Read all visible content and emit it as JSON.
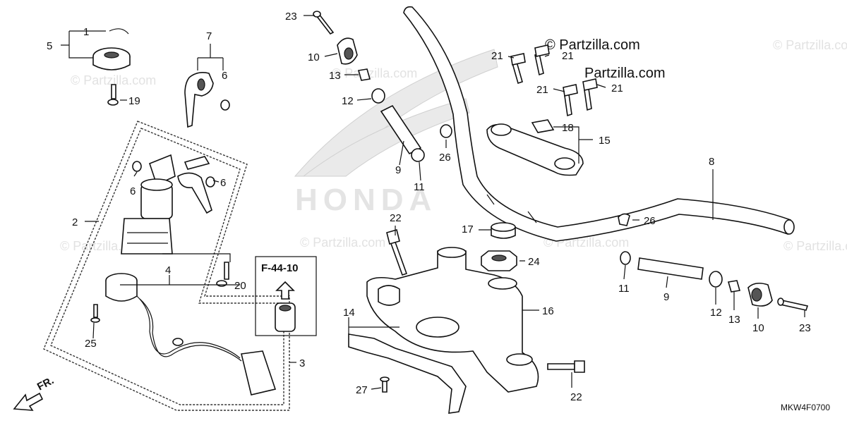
{
  "diagram": {
    "watermark": "© Partzilla.com",
    "faint_watermark": "© Partzilla.com",
    "brand_ghost": "HONDA",
    "reference_code": "F-44-10",
    "front_indicator": "FR.",
    "diagram_code": "MKW4F0700"
  },
  "callouts": [
    {
      "id": "c23a",
      "text": "23"
    },
    {
      "id": "c10a",
      "text": "10"
    },
    {
      "id": "c13a",
      "text": "13"
    },
    {
      "id": "c12a",
      "text": "12"
    },
    {
      "id": "c9a",
      "text": "9"
    },
    {
      "id": "c11a",
      "text": "11"
    },
    {
      "id": "c26a",
      "text": "26"
    },
    {
      "id": "c1",
      "text": "1"
    },
    {
      "id": "c5",
      "text": "5"
    },
    {
      "id": "c19",
      "text": "19"
    },
    {
      "id": "c7",
      "text": "7"
    },
    {
      "id": "c6a",
      "text": "6"
    },
    {
      "id": "c6b",
      "text": "6"
    },
    {
      "id": "c6c",
      "text": "6"
    },
    {
      "id": "c2",
      "text": "2"
    },
    {
      "id": "c4",
      "text": "4"
    },
    {
      "id": "c20",
      "text": "20"
    },
    {
      "id": "c25",
      "text": "25"
    },
    {
      "id": "c3",
      "text": "3"
    },
    {
      "id": "c21a",
      "text": "21"
    },
    {
      "id": "c21b",
      "text": "21"
    },
    {
      "id": "c21c",
      "text": "21"
    },
    {
      "id": "c21d",
      "text": "21"
    },
    {
      "id": "c18",
      "text": "18"
    },
    {
      "id": "c15",
      "text": "15"
    },
    {
      "id": "c8",
      "text": "8"
    },
    {
      "id": "c26b",
      "text": "26"
    },
    {
      "id": "c22a",
      "text": "22"
    },
    {
      "id": "c17",
      "text": "17"
    },
    {
      "id": "c24",
      "text": "24"
    },
    {
      "id": "c14",
      "text": "14"
    },
    {
      "id": "c16",
      "text": "16"
    },
    {
      "id": "c22b",
      "text": "22"
    },
    {
      "id": "c27",
      "text": "27"
    },
    {
      "id": "c11b",
      "text": "11"
    },
    {
      "id": "c9b",
      "text": "9"
    },
    {
      "id": "c12b",
      "text": "12"
    },
    {
      "id": "c13b",
      "text": "13"
    },
    {
      "id": "c10b",
      "text": "10"
    },
    {
      "id": "c23b",
      "text": "23"
    }
  ]
}
